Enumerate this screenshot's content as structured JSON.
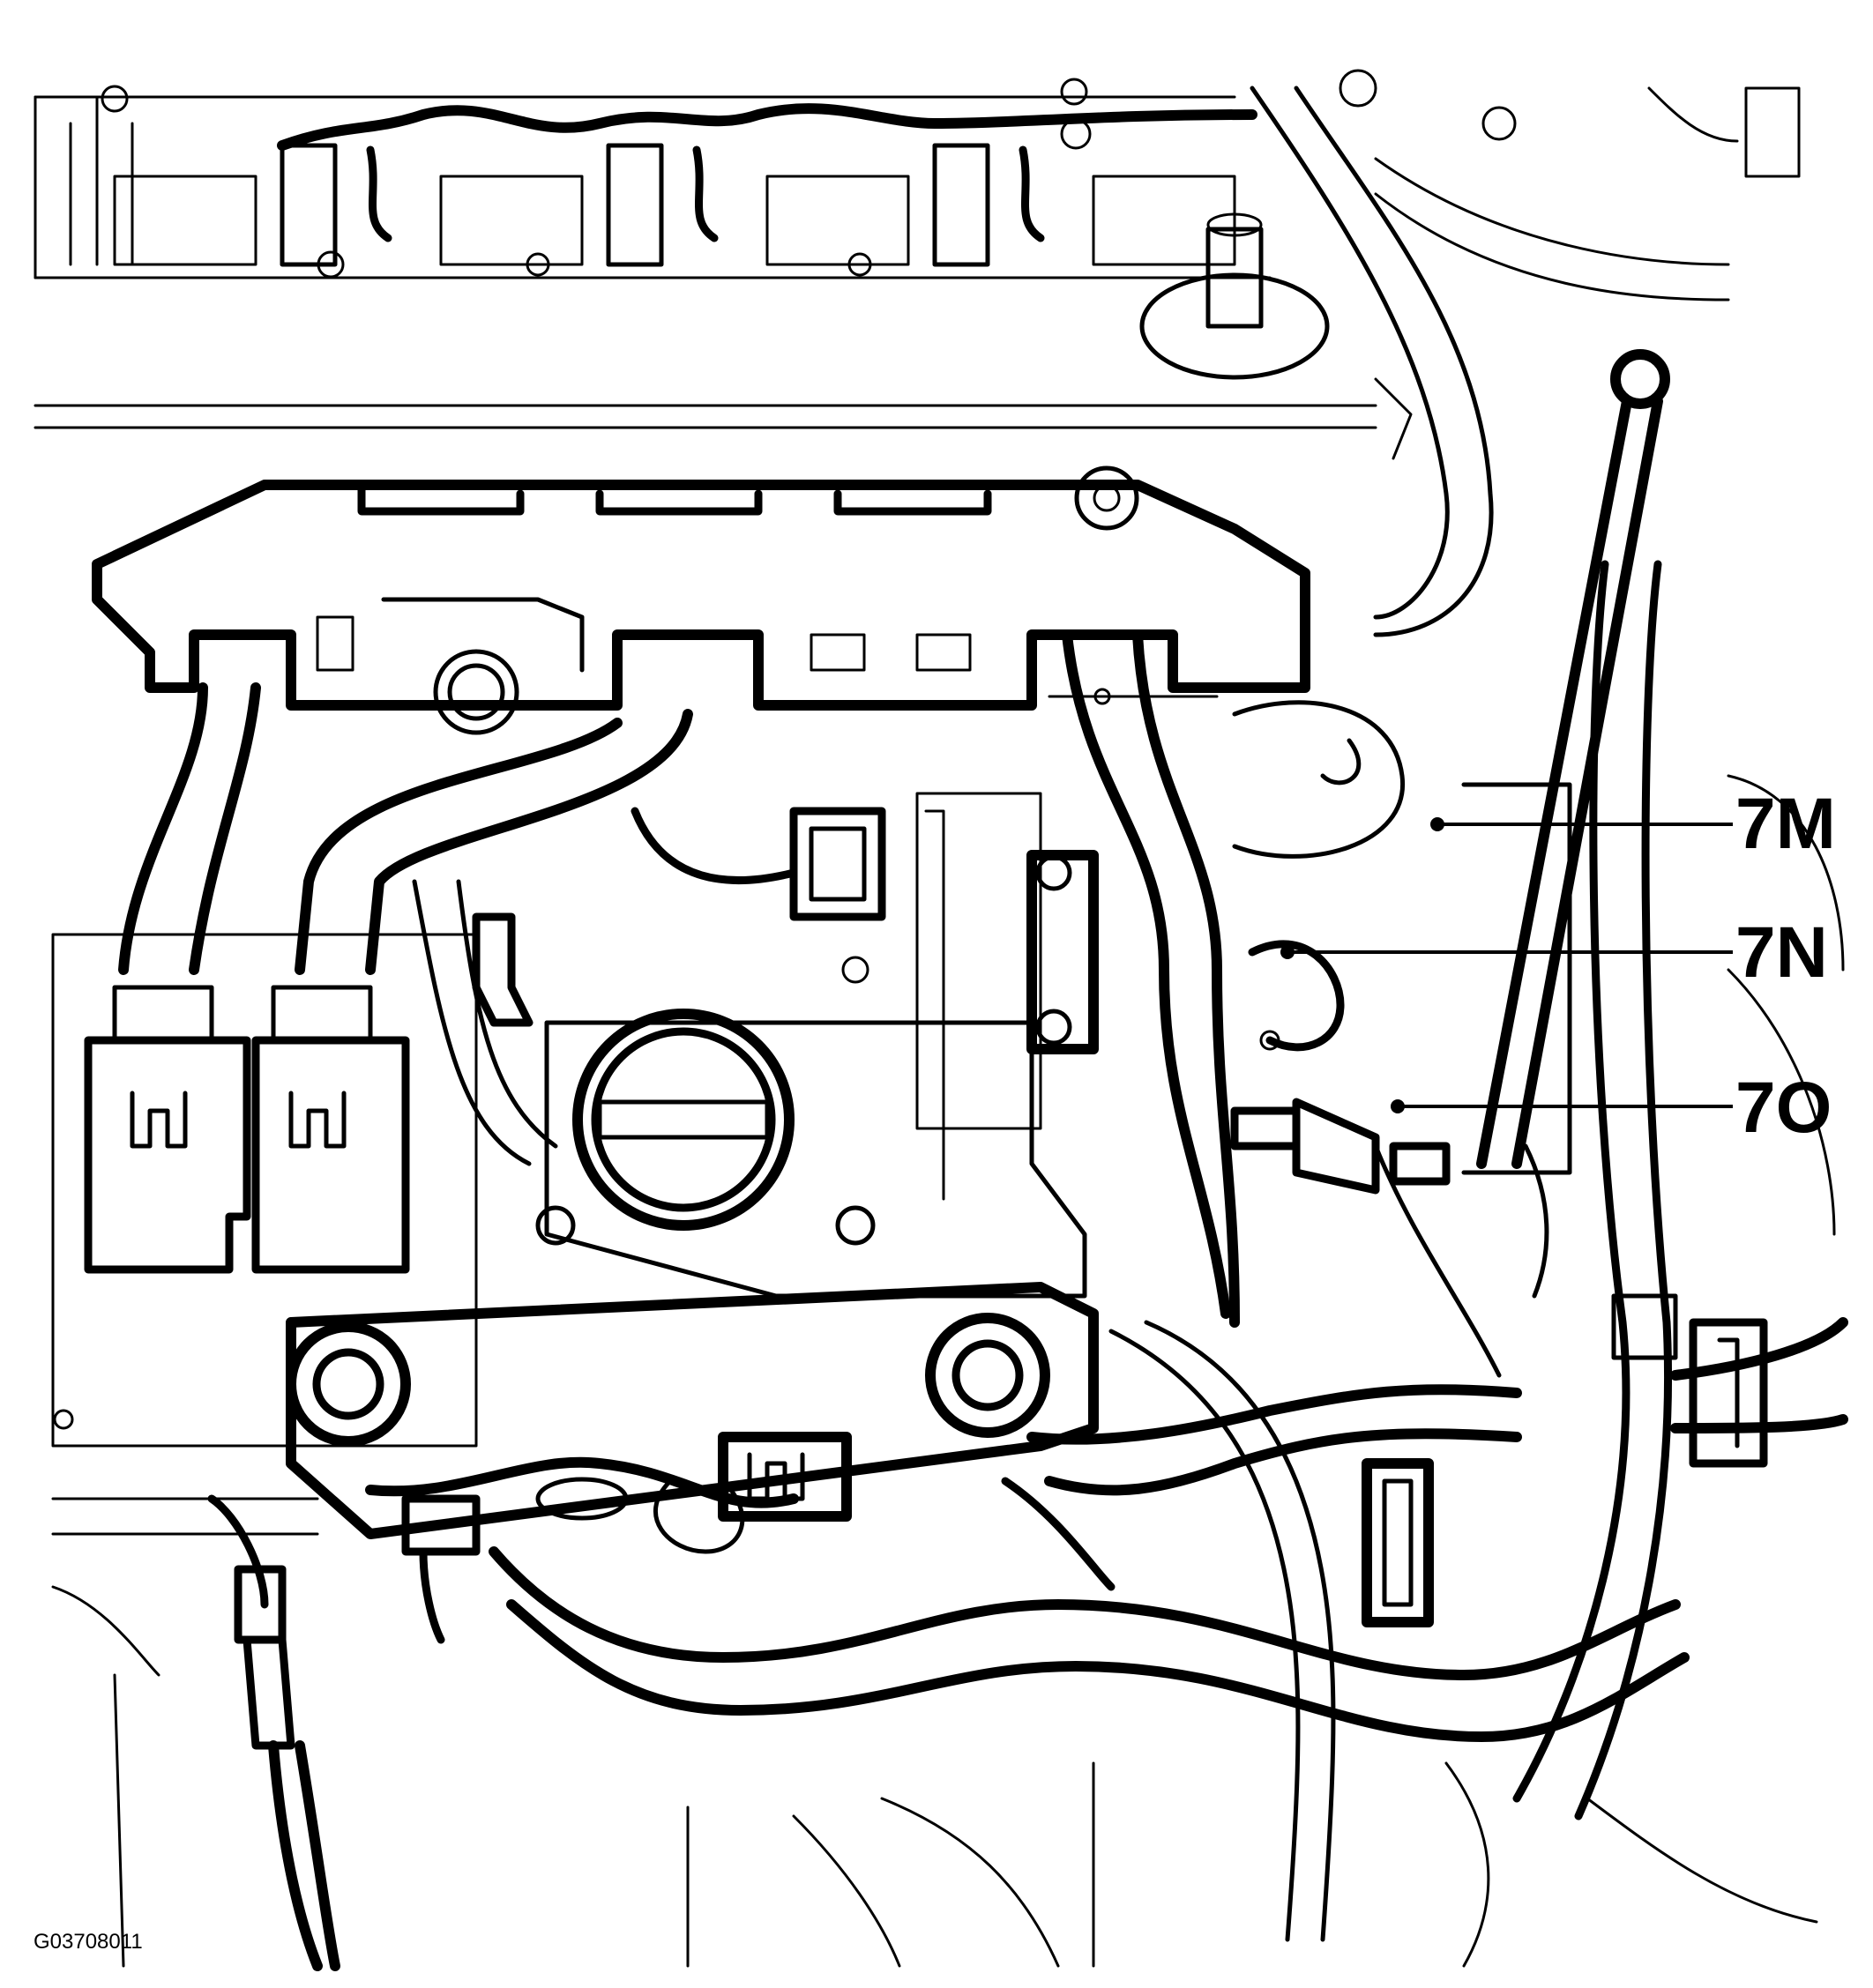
{
  "callouts": [
    {
      "id": "7M",
      "label": "7M"
    },
    {
      "id": "7N",
      "label": "7N"
    },
    {
      "id": "7O",
      "label": "7O"
    }
  ],
  "figure_code": "G03708011",
  "colors": {
    "line": "#000000",
    "background": "#ffffff"
  }
}
